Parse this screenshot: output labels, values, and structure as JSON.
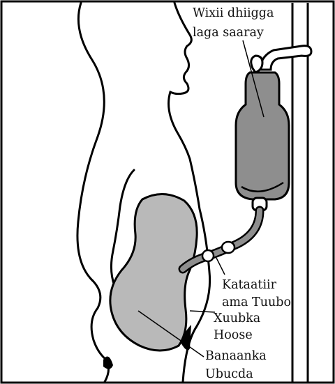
{
  "labels": {
    "bag_line1": "Wixii dhiigga",
    "bag_line2": "laga saaray",
    "catheter_line1": "Kataatiir",
    "catheter_line2": "ama Tuubo",
    "vein_line1": "Xuubka",
    "vein_line2": "Hoose",
    "abdomen_line1": "Banaanka",
    "abdomen_line2": "Ubucda"
  },
  "colors": {
    "fill_gray": "#b9b9b9",
    "bag_gray": "#8e8e8e",
    "line": "#000000"
  }
}
